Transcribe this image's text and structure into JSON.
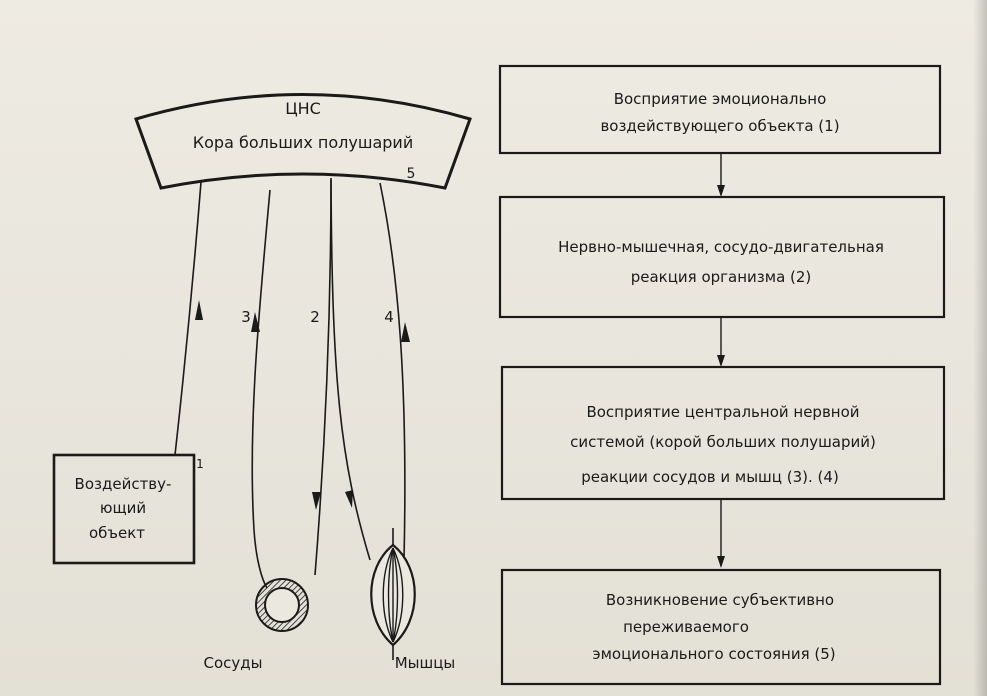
{
  "cns": {
    "title": "ЦНС",
    "subtitle": "Кора больших полушарий",
    "number": "5"
  },
  "stimulus": {
    "lines": [
      "Воздейству-",
      "ющий",
      "объект"
    ],
    "number": "1"
  },
  "paths": {
    "label_3": "3",
    "label_2": "2",
    "label_4": "4"
  },
  "vessels_label": "Сосуды",
  "muscles_label": "Мышцы",
  "flow_boxes": [
    {
      "lines": [
        "Восприятие эмоционально",
        "воздействующего объекта (1)"
      ]
    },
    {
      "lines": [
        "Нервно-мышечная, сосудо-двигательная",
        "реакция организма (2)"
      ]
    },
    {
      "lines": [
        "Восприятие центральной нервной",
        "системой (корой больших полушарий)",
        "реакции сосудов и мышц (3). (4)"
      ]
    },
    {
      "lines": [
        "Возникновение субъективно",
        "переживаемого",
        "эмоционального состояния (5)"
      ]
    }
  ]
}
